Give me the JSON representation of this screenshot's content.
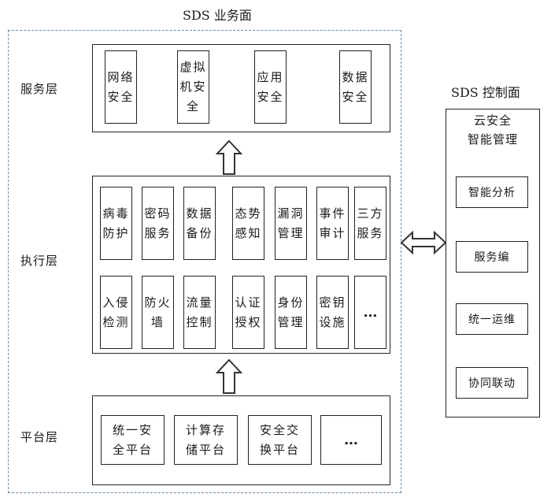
{
  "business_plane": {
    "title": "SDS 业务面"
  },
  "control_plane": {
    "title": "SDS 控制面",
    "subtitle": "云安全\n智能管理",
    "items": [
      "智能分析",
      "服务编",
      "统一运维",
      "协同联动"
    ]
  },
  "service_layer": {
    "label": "服务层",
    "items": [
      "网络\n安全",
      "虚拟\n机安\n全",
      "应用\n安全",
      "数据\n安全"
    ]
  },
  "execution_layer": {
    "label": "执行层",
    "row1": [
      "病毒\n防护",
      "密码\n服务",
      "数据\n备份",
      "态势\n感知",
      "漏洞\n管理",
      "事件\n审计",
      "三方\n服务"
    ],
    "row2": [
      "入侵\n检测",
      "防火\n墙",
      "流量\n控制",
      "认证\n授权",
      "身份\n管理",
      "密钥\n设施",
      "…"
    ]
  },
  "platform_layer": {
    "label": "平台层",
    "items": [
      "统一安\n全平台",
      "计算存\n储平台",
      "安全交\n换平台",
      "…"
    ]
  }
}
